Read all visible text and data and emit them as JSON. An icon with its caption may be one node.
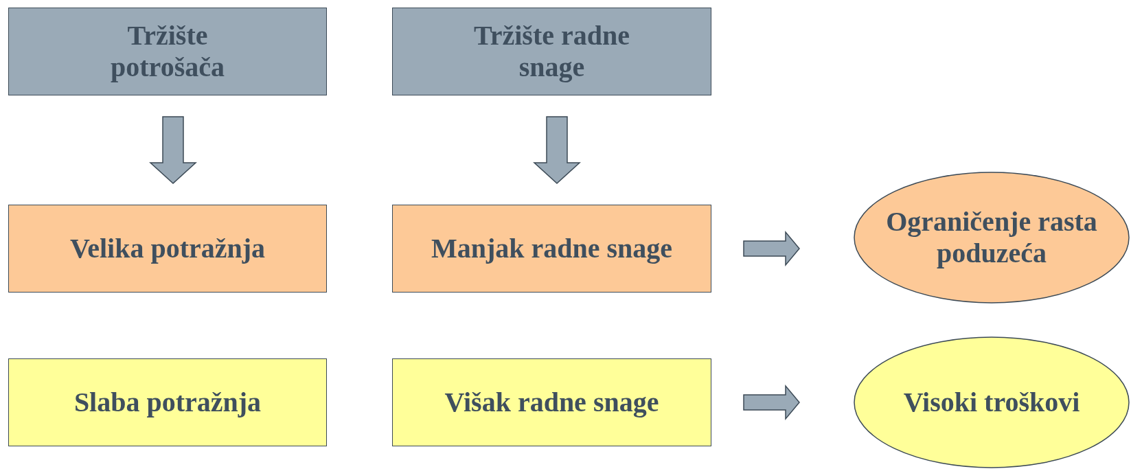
{
  "diagram": {
    "nodes": [
      {
        "text": [
          "Tržište potrošača"
        ]
      },
      {
        "text": [
          "Tržište radne snage"
        ]
      },
      {
        "text": [
          "Velika potražnja"
        ]
      },
      {
        "text": [
          "Manjak radne snage"
        ]
      },
      {
        "text": [
          "Ograničenje rasta poduzeća"
        ]
      },
      {
        "text": [
          "Slaba potražnja"
        ]
      },
      {
        "text": [
          "Višak radne snage"
        ]
      },
      {
        "text": [
          "Visoki troškovi"
        ]
      }
    ],
    "edges": [
      {
        "from": 0,
        "to": 2,
        "arrow": "to"
      },
      {
        "from": 1,
        "to": 3,
        "arrow": "to"
      },
      {
        "from": 3,
        "to": 4,
        "arrow": "to"
      },
      {
        "from": 6,
        "to": 7,
        "arrow": "to"
      }
    ]
  }
}
